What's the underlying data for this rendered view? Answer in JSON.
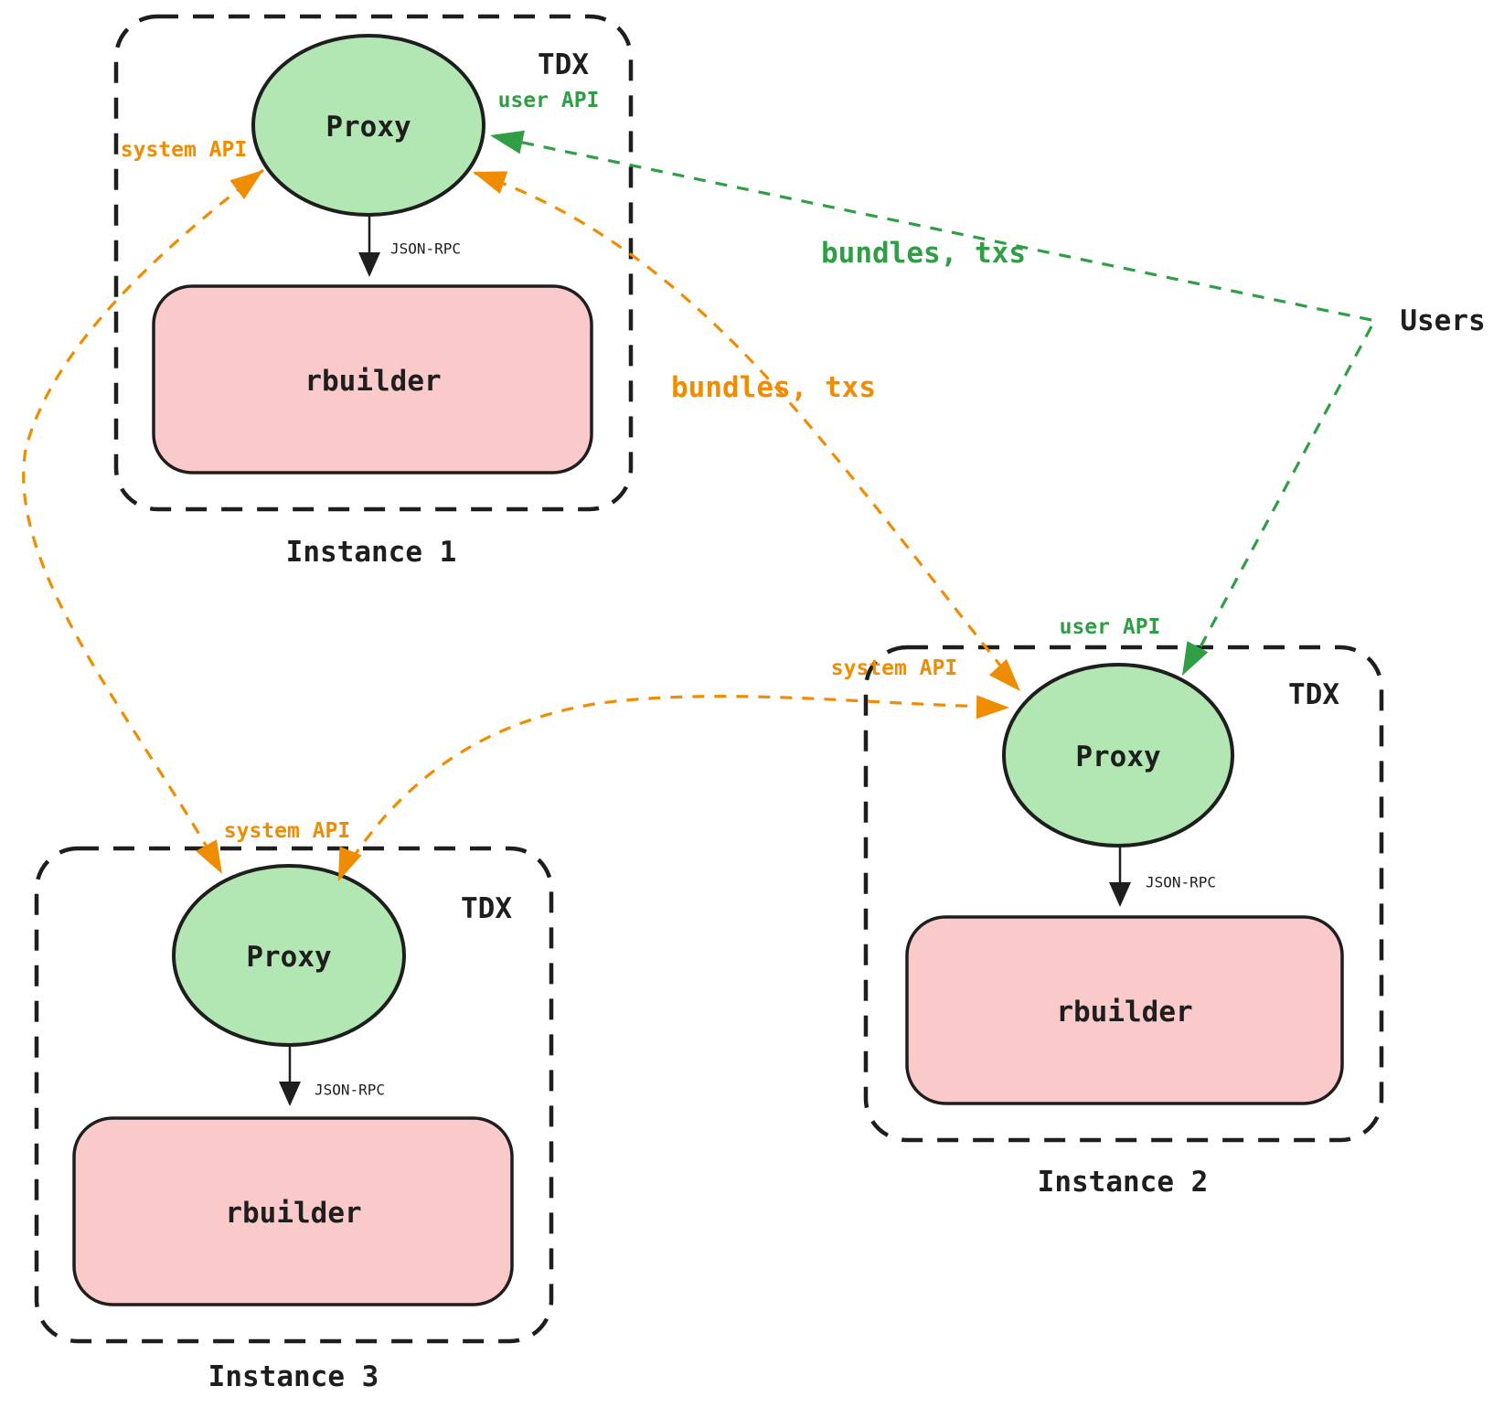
{
  "diagram": {
    "title_hint": "rbuilder TDX instances architecture",
    "users_label": "Users",
    "instances": [
      {
        "name": "Instance 1",
        "enclave": "TDX",
        "proxy": "Proxy",
        "builder": "rbuilder",
        "rpc": "JSON-RPC"
      },
      {
        "name": "Instance 2",
        "enclave": "TDX",
        "proxy": "Proxy",
        "builder": "rbuilder",
        "rpc": "JSON-RPC"
      },
      {
        "name": "Instance 3",
        "enclave": "TDX",
        "proxy": "Proxy",
        "builder": "rbuilder",
        "rpc": "JSON-RPC"
      }
    ],
    "connections": {
      "user_api_instance1": "user API",
      "user_api_instance2": "user API",
      "system_api_instance1": "system API",
      "system_api_instance2": "system API",
      "system_api_instance3": "system API",
      "bundles_txs_user": "bundles, txs",
      "bundles_txs_system": "bundles, txs"
    },
    "colors": {
      "ink": "#1e1e1e",
      "proxy_fill": "#b2e6b2",
      "rbuilder_fill": "#facaca",
      "system_api_orange": "#f08c00",
      "user_api_green": "#2f9e44",
      "background": "#ffffff"
    }
  }
}
